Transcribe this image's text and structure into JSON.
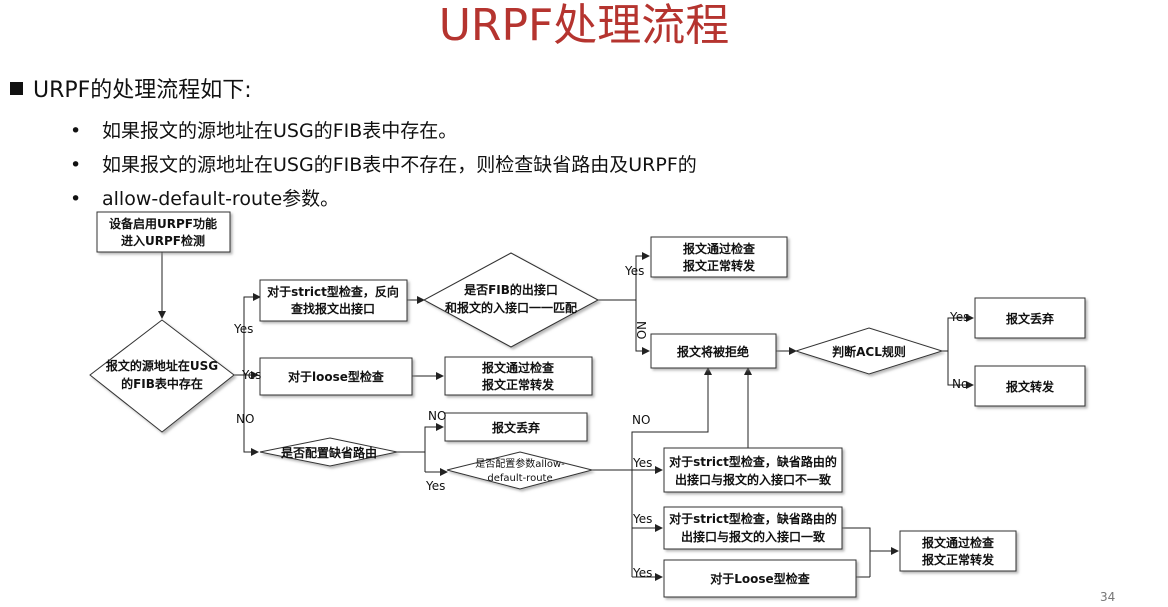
{
  "slide": {
    "title": "URPF处理流程",
    "heading": "URPF的处理流程如下:",
    "bullets": [
      "如果报文的源地址在USG的FIB表中存在。",
      "如果报文的源地址在USG的FIB表中不存在，则检查缺省路由及URPF的",
      "allow-default-route参数。"
    ],
    "page_number": "34"
  },
  "flow": {
    "start": [
      "设备启用URPF功能",
      "进入URPF检测"
    ],
    "decision_fib": [
      "报文的源地址在USG",
      "的FIB表中存在"
    ],
    "strict_check": [
      "对于strict型检查，反向",
      "查找报文出接口"
    ],
    "decision_match": [
      "是否FIB的出接口",
      "和报文的入接口一一匹配"
    ],
    "pass1": [
      "报文通过检查",
      "报文正常转发"
    ],
    "loose_check": "对于loose型检查",
    "pass2": [
      "报文通过检查",
      "报文正常转发"
    ],
    "rejected": "报文将被拒绝",
    "decision_acl": "判断ACL规则",
    "drop_acl": "报文丢弃",
    "forward_acl": "报文转发",
    "decision_default": "是否配置缺省路由",
    "drop_default": "报文丢弃",
    "decision_allow": [
      "是否配置参数allow-",
      "default-route"
    ],
    "strict_mismatch": [
      "对于strict型检查，缺省路由的",
      "出接口与报文的入接口不一致"
    ],
    "strict_match": [
      "对于strict型检查，缺省路由的",
      "出接口与报文的入接口一致"
    ],
    "loose_check2": "对于Loose型检查",
    "pass3": [
      "报文通过检查",
      "报文正常转发"
    ],
    "edge_labels": {
      "yes": "Yes",
      "no": "NO",
      "yes_acl": "Yes",
      "no_acl": "No"
    }
  }
}
